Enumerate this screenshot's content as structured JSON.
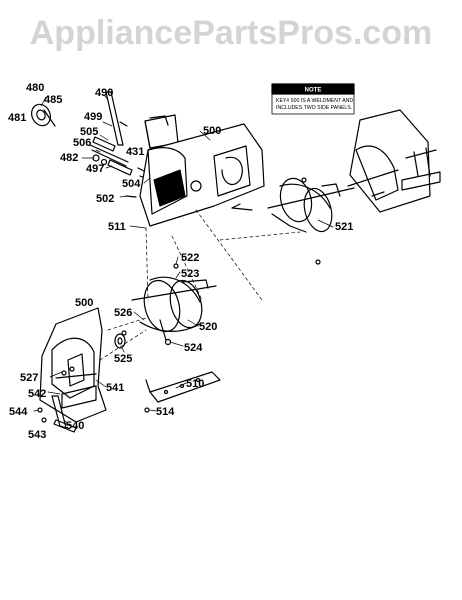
{
  "watermark": {
    "text": "AppliancePartsPros.com"
  },
  "note": {
    "title": "NOTE",
    "line1": "KEY# 500 IS A WELDMENT AND",
    "line2": "INCLUDES TWO SIDE PANELS."
  },
  "callouts": {
    "c480": "480",
    "c485": "485",
    "c481": "481",
    "c490": "490",
    "c499": "499",
    "c505": "505",
    "c506": "506",
    "c431": "431",
    "c482": "482",
    "c497": "497",
    "c504": "504",
    "c502": "502",
    "c500_top": "500",
    "c511": "511",
    "c521": "521",
    "c522": "522",
    "c523": "523",
    "c500_left": "500",
    "c526": "526",
    "c520": "520",
    "c524": "524",
    "c525": "525",
    "c527": "527",
    "c541": "541",
    "c542": "542",
    "c510": "510",
    "c544": "544",
    "c514": "514",
    "c540": "540",
    "c543": "543"
  }
}
